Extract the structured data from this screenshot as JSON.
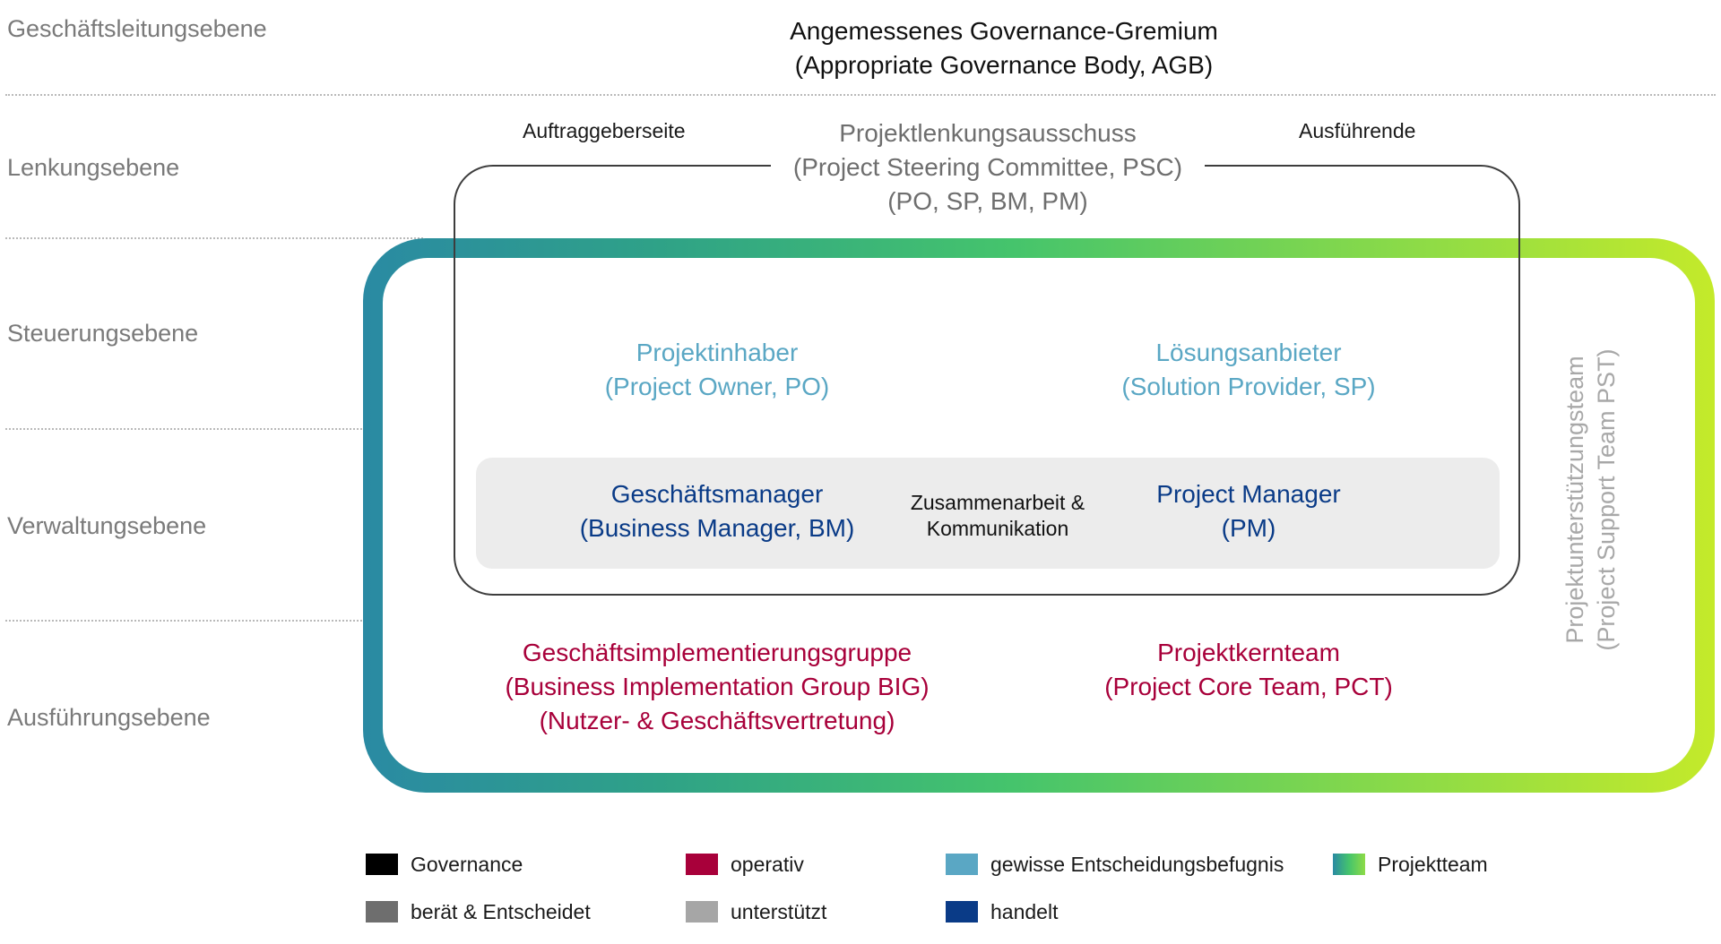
{
  "levels": {
    "geschaeftsleitung": "Geschäftsleitungsebene",
    "lenkung": "Lenkungsebene",
    "steuerung": "Steuerungsebene",
    "verwaltung": "Verwaltungsebene",
    "ausfuehrung": "Ausführungsebene"
  },
  "agb": {
    "text": "Angemessenes Governance-Gremium\n(Appropriate Governance Body, AGB)"
  },
  "side_labels": {
    "client": "Auftraggeberseite",
    "supplier": "Ausführende"
  },
  "psc": {
    "text": "Projektlenkungsausschuss\n(Project Steering Committee, PSC)\n(PO, SP, BM, PM)"
  },
  "project_owner": {
    "text": "Projektinhaber\n(Project Owner, PO)"
  },
  "solution_provider": {
    "text": "Lösungsanbieter\n(Solution Provider, SP)"
  },
  "business_manager": {
    "text": "Geschäftsmanager\n(Business Manager, BM)"
  },
  "collaboration": {
    "text": "Zusammenarbeit &\nKommunikation"
  },
  "project_manager": {
    "text": "Project Manager\n(PM)"
  },
  "big": {
    "text": "Geschäftsimplementierungsgruppe\n(Business Implementation Group BIG)\n(Nutzer- & Geschäftsvertretung)"
  },
  "pct": {
    "text": "Projektkernteam\n(Project Core Team, PCT)"
  },
  "pst": {
    "text": "Projektunterstützungsteam\n(Project Support Team PST)"
  },
  "legend": {
    "governance": "Governance",
    "operativ": "operativ",
    "entscheidung": "gewisse Entscheidungsbefugnis",
    "projektteam": "Projektteam",
    "beraet": "berät & Entscheidet",
    "unterstuetzt": "unterstützt",
    "handelt": "handelt"
  },
  "colors": {
    "governance": "#000000",
    "advise": "#6e6e6e",
    "operative": "#a8003a",
    "supports": "#a6a6a6",
    "decision": "#5aa7c4",
    "acts": "#0a3b87",
    "team_gradient_start": "#2a8aa3",
    "team_gradient_end": "#c4ea2a"
  }
}
